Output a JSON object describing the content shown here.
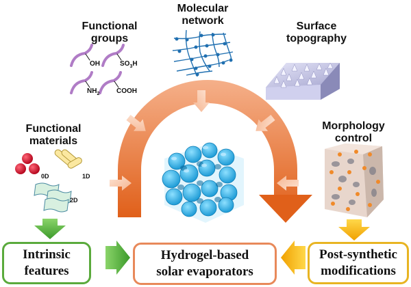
{
  "figure": {
    "inputs": {
      "functional_groups": {
        "title_line1": "Functional",
        "title_line2": "groups",
        "groups": [
          "OH",
          "SO3H",
          "NH2",
          "COOH"
        ],
        "labels": {
          "oh": "OH",
          "so3h_main": "SO",
          "so3h_sub": "3",
          "so3h_end": "H",
          "nh2_main": "NH",
          "nh2_sub": "2",
          "cooh": "COOH"
        }
      },
      "molecular_network": {
        "title_line1": "Molecular",
        "title_line2": "network"
      },
      "surface_topography": {
        "title_line1": "Surface",
        "title_line2": "topography"
      },
      "functional_materials": {
        "title_line1": "Functional",
        "title_line2": "materials",
        "dimensions": {
          "zero": "0D",
          "one": "1D",
          "two": "2D"
        }
      },
      "morphology_control": {
        "title_line1": "Morphology",
        "title_line2": "control"
      }
    },
    "boxes": {
      "intrinsic": {
        "line1": "Intrinsic",
        "line2": "features",
        "color": "#5aaa3c"
      },
      "center": {
        "line1": "Hydrogel-based",
        "line2": "solar evaporators",
        "color": "#e8895a"
      },
      "post": {
        "line1": "Post-synthetic",
        "line2": "modifications",
        "color": "#e8b422"
      }
    },
    "colors": {
      "arc_top": "#f5b08a",
      "arc_bottom": "#e0601a",
      "small_arrow": "#f7c9ad",
      "green_arrow": "#4fa83a",
      "yellow_arrow": "#f2b10e",
      "hydrogel": "#2aa8e0",
      "network": "#1f6fb0",
      "functional_chain": "#b07cc6"
    }
  }
}
